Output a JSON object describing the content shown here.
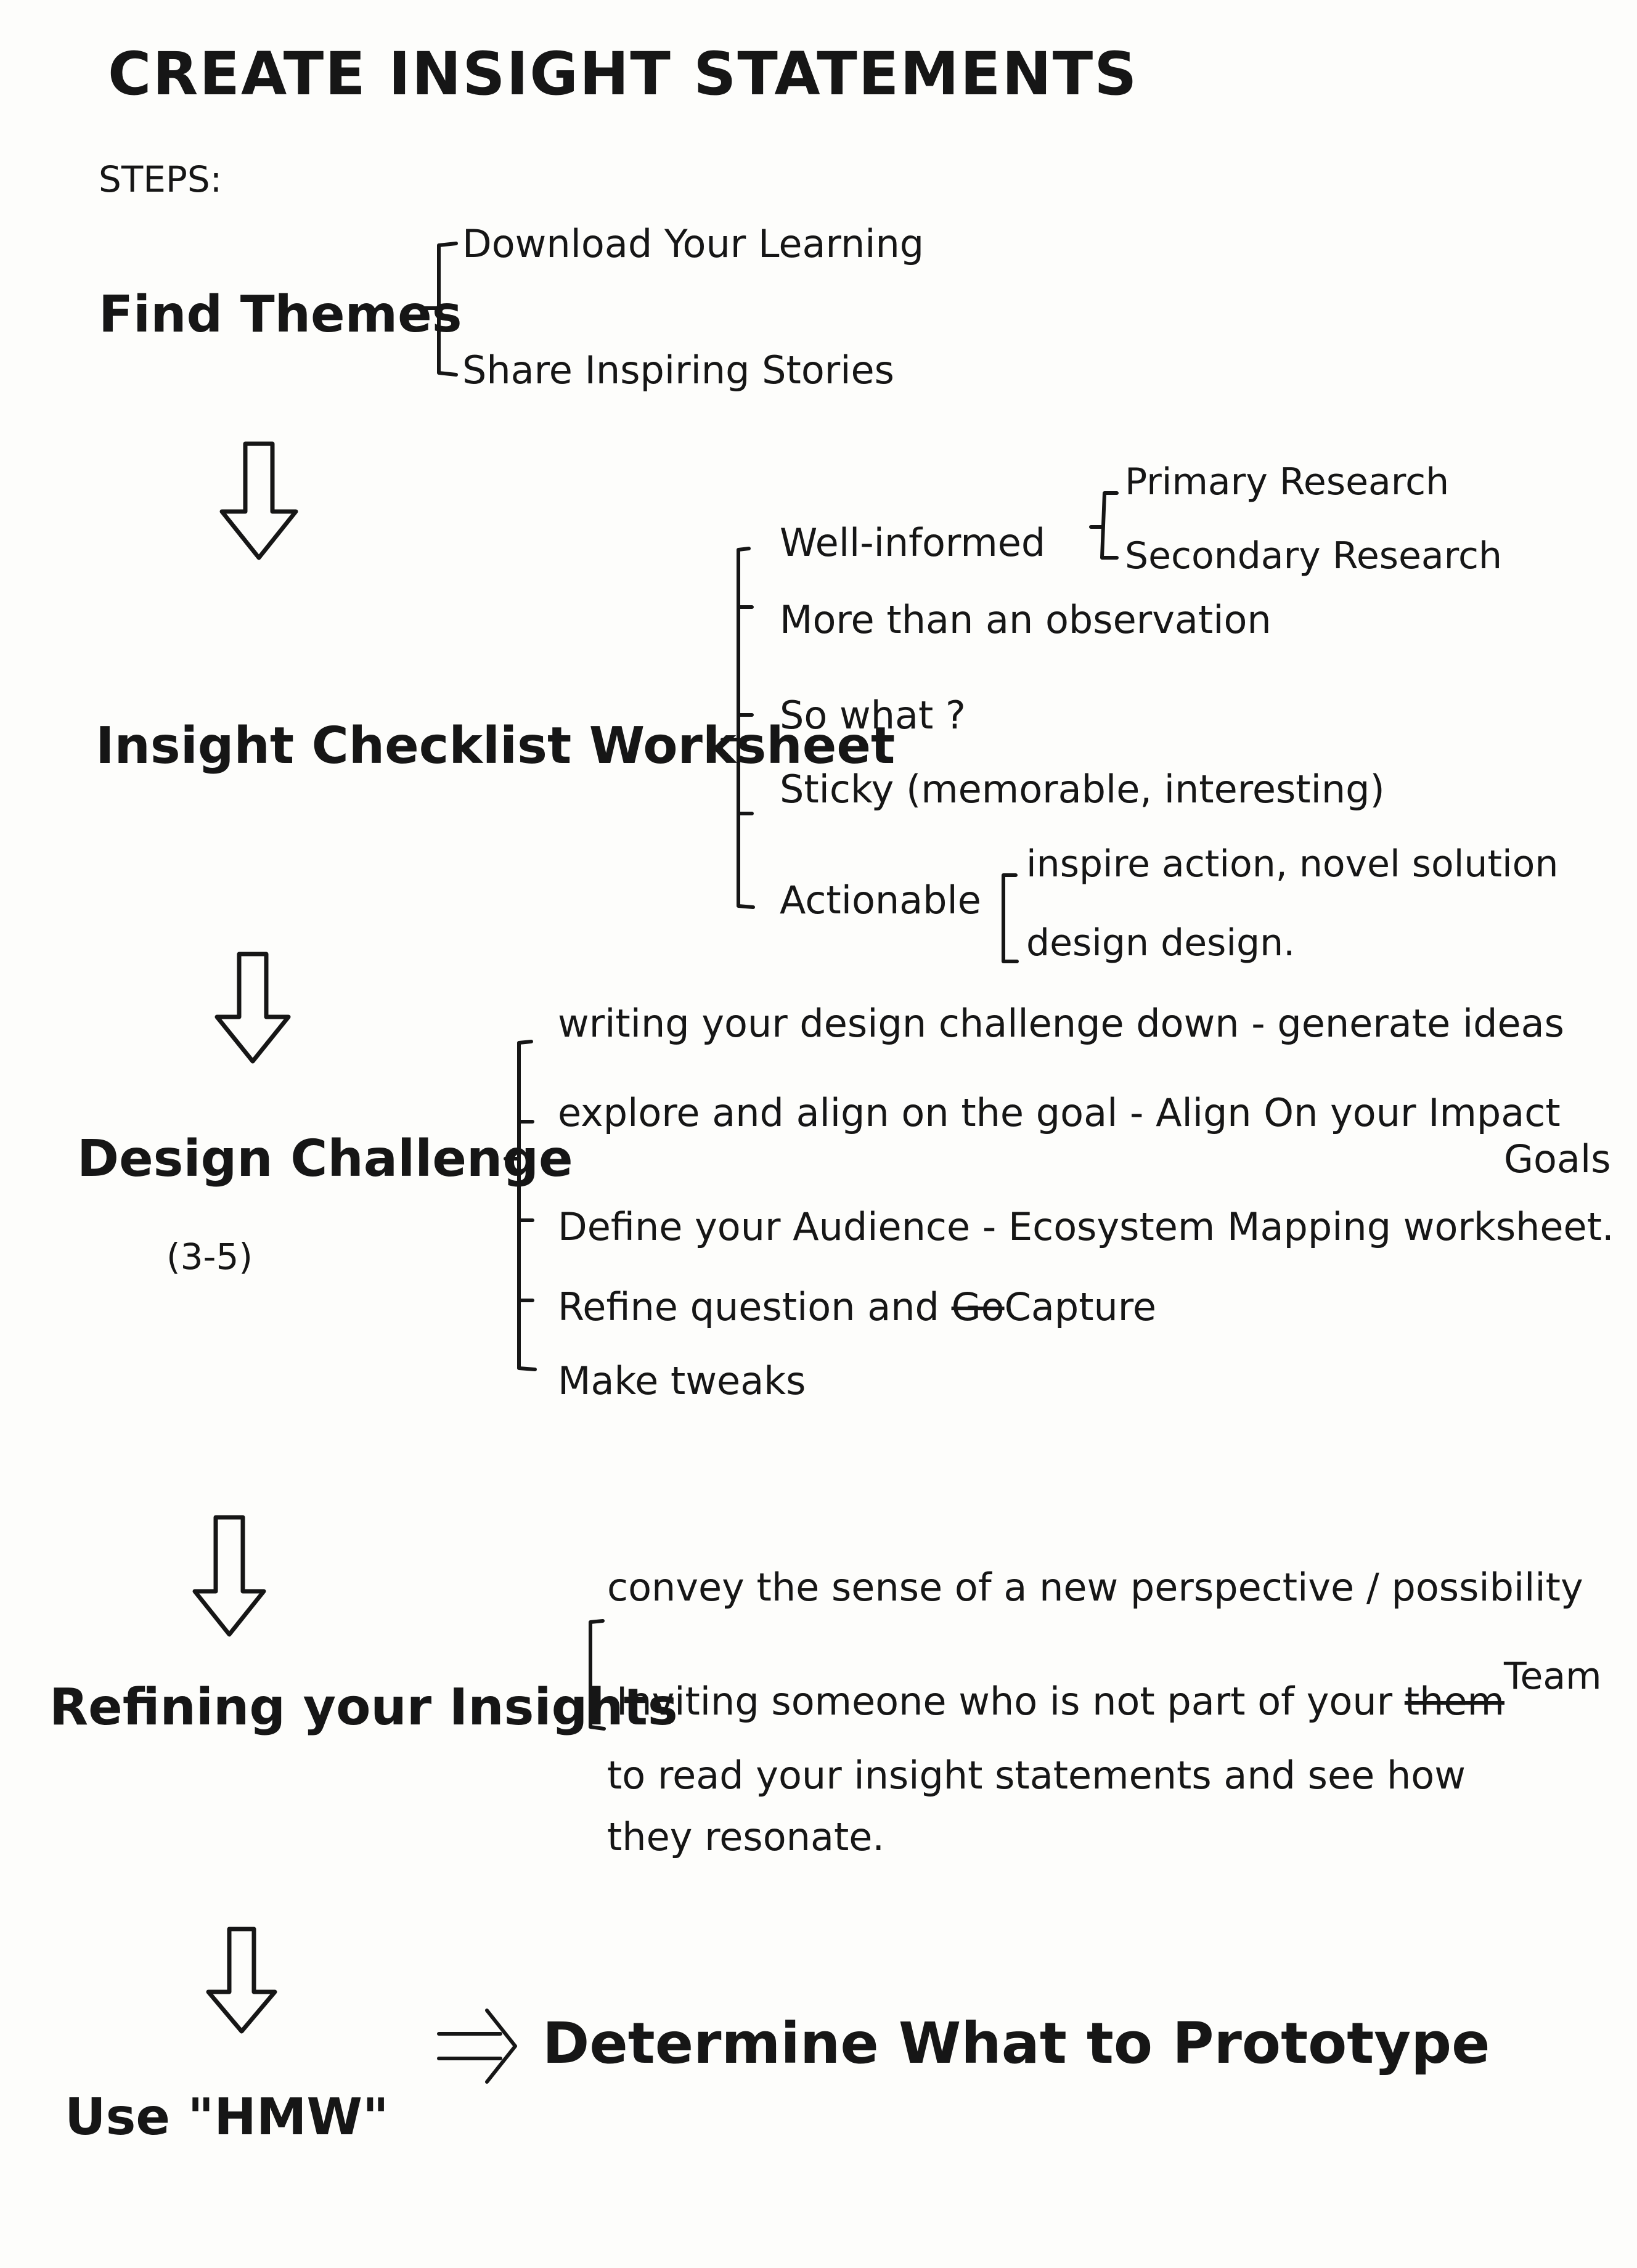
{
  "title": "CREATE INSIGHT STATEMENTS",
  "steps_label": "STEPS:",
  "find_themes": {
    "label": "Find Themes",
    "items": [
      "Download Your Learning",
      "Share Inspiring Stories"
    ]
  },
  "insight_checklist": {
    "label": "Insight Checklist Worksheet",
    "well_informed": "Well-informed",
    "well_informed_sub": [
      "Primary Research",
      "Secondary Research"
    ],
    "more_than": "More than an observation",
    "so_what": "So what ?",
    "sticky": "Sticky (memorable, interesting)",
    "actionable": "Actionable",
    "actionable_sub": [
      "inspire action, novel solution",
      "design design."
    ]
  },
  "design_challenge": {
    "label": "Design Challenge",
    "count": "(3-5)",
    "items": [
      "writing your design challenge down - generate ideas",
      "explore and align on the goal - Align On your Impact",
      "Goals",
      "Define your Audience - Ecosystem Mapping worksheet.",
      "Refine question and",
      "Go",
      "Capture",
      "Make tweaks"
    ]
  },
  "refining": {
    "label": "Refining your Insights",
    "line1": "convey the sense of a new perspective / possibility",
    "line2": "Inviting someone who is not part of your",
    "line2_struck": "them",
    "line2_correction": "Team",
    "line3": "to read your insight statements and see how",
    "line4": "they resonate."
  },
  "use_hmw": "Use \"HMW\"",
  "determine": "Determine What to Prototype"
}
